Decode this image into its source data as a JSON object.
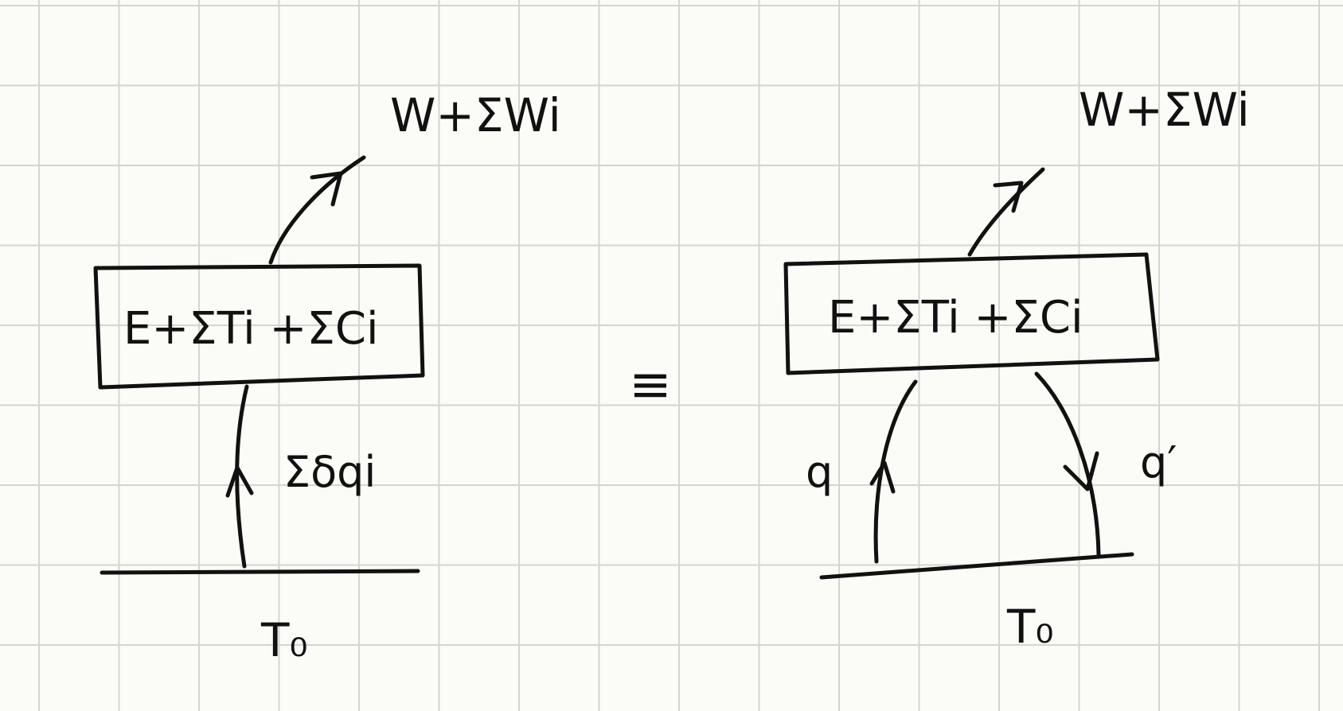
{
  "left": {
    "work_label": "W+ΣWi",
    "box_label": "E+ΣTi +ΣCi",
    "heat_label": "Σδqi",
    "reservoir_label": "T₀"
  },
  "equivalence_symbol": "≡",
  "right": {
    "work_label": "W+ΣWi",
    "box_label": "E+ΣTi +ΣCi",
    "heat_in_label": "q",
    "heat_out_label": "q′",
    "reservoir_label": "T₀"
  }
}
